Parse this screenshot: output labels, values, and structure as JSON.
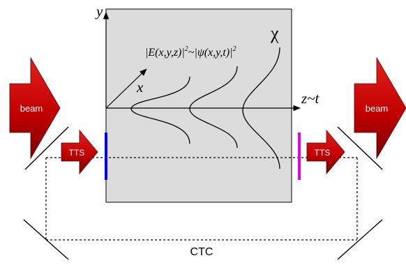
{
  "labels": {
    "beam_left": "beam",
    "beam_right": "beam",
    "tts_left": "TTS",
    "tts_right": "TTS",
    "ctc": "CTC",
    "axis_y": "y",
    "axis_x": "x",
    "axis_z": "z~t",
    "chi": "χ",
    "formula_left": "|E(x,y,z)|",
    "formula_exp1": "2",
    "formula_mid": "~|ψ(x,y,t)|",
    "formula_exp2": "2"
  },
  "colors": {
    "beam_arrow": "#cc0000",
    "panel_fill": "#dcdcdc",
    "left_plate": "#0000ee",
    "right_plate": "#ee00ee",
    "line": "#000000",
    "label_text_on_arrow": "#ffffff"
  }
}
